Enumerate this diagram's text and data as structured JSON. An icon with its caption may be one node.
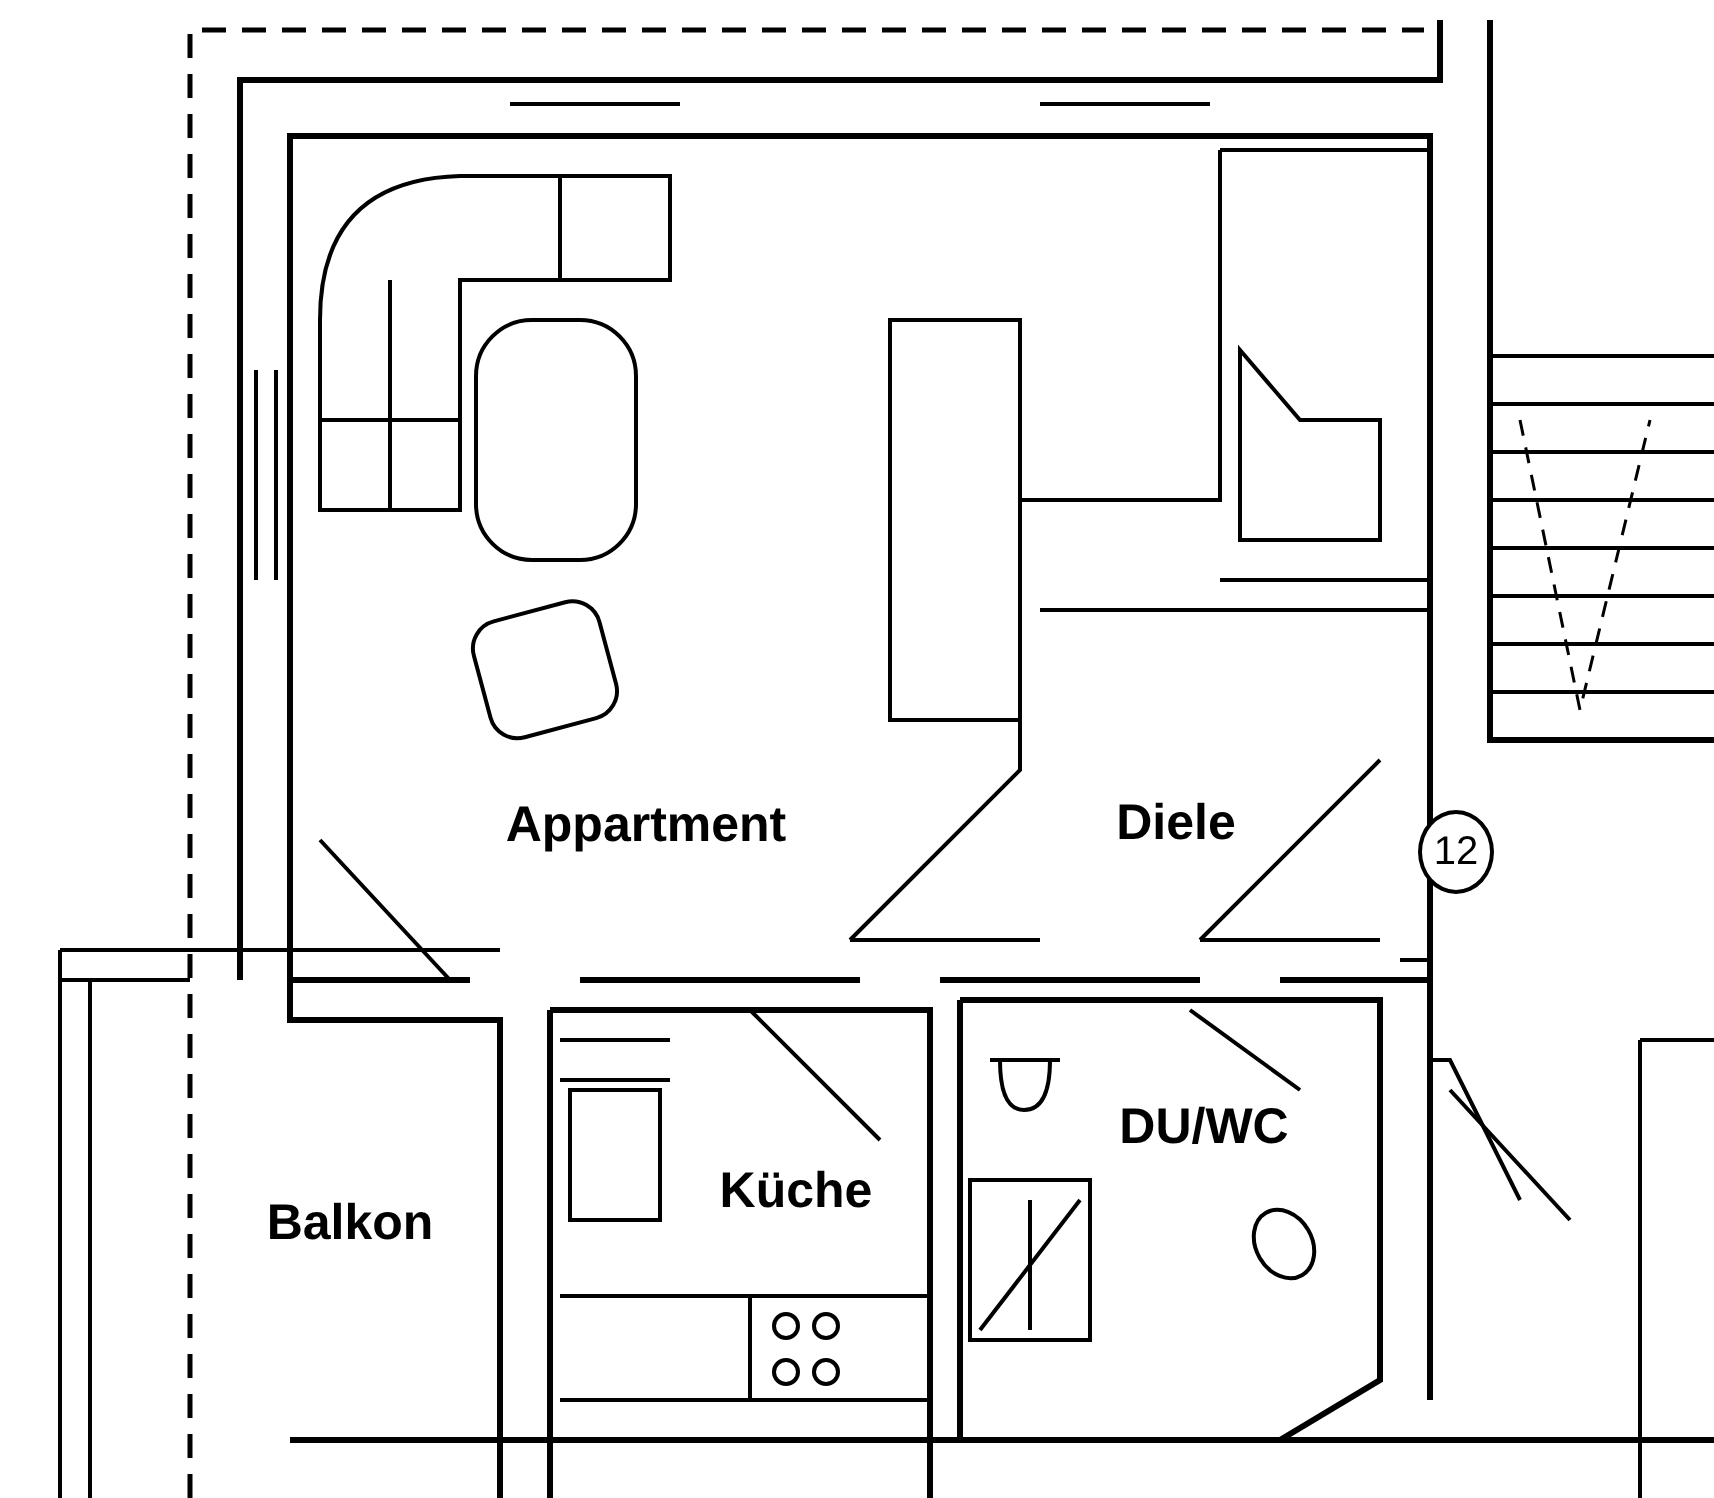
{
  "diagram": {
    "nodes": [
      {
        "text": [
          "12"
        ]
      }
    ],
    "labels": [
      "Appartment",
      "Diele",
      "DU/WC",
      "Küche",
      "Balkon"
    ]
  }
}
